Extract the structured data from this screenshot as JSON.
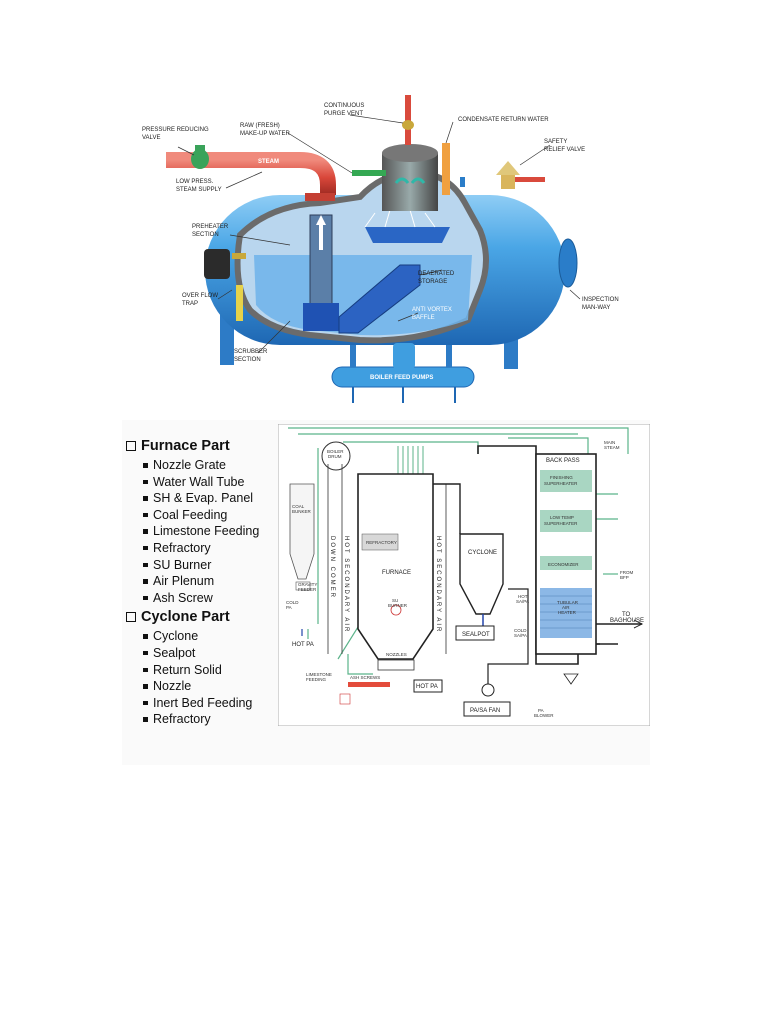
{
  "deaerator": {
    "labels": {
      "continuous_purge_vent": [
        "CONTINUOUS",
        "PURGE VENT"
      ],
      "condensate_return": "CONDENSATE RETURN WATER",
      "pressure_reducing_valve": [
        "PRESSURE REDUCING",
        "VALVE"
      ],
      "raw_makeup_water": [
        "RAW (FRESH)",
        "MAKE-UP WATER"
      ],
      "safety_relief_valve": [
        "SAFETY",
        "RELIEF VALVE"
      ],
      "steam": "STEAM",
      "low_press_steam": [
        "LOW PRESS.",
        "STEAM SUPPLY"
      ],
      "preheater_section": [
        "PREHEATER",
        "SECTION"
      ],
      "deaerated_storage": [
        "DEAERATED",
        "STORAGE"
      ],
      "over_flow_trap": [
        "OVER FLOW",
        "TRAP"
      ],
      "anti_vortex_baffle": [
        "ANTI VORTEX",
        "BAFFLE"
      ],
      "inspection_manway": [
        "INSPECTION",
        "MAN-WAY"
      ],
      "scrubber_section": [
        "SCRUBBER",
        "SECTION"
      ],
      "boiler_feed_pumps": "BOILER FEED PUMPS"
    },
    "colors": {
      "shell": "#3f9ee0",
      "shell_dark": "#2676c2",
      "steam_pipe": "#d94a3c",
      "water": "#1f6fd1"
    }
  },
  "cfb": {
    "labels": {
      "boiler_drum": [
        "BOILER",
        "DRUM"
      ],
      "main_steam": [
        "MAIN",
        "STEAM"
      ],
      "back_pass": "BACK PASS",
      "finishing_superheater": [
        "FINISHING",
        "SUPERHEATER"
      ],
      "low_temp_superheater": [
        "LOW TEMP",
        "SUPERHEATER"
      ],
      "economizer": "ECONOMIZER",
      "from_bfp": [
        "FROM",
        "BFP"
      ],
      "tubular_air_heater": [
        "TUBULAR",
        "AIR",
        "HEATER"
      ],
      "to_baghouse": [
        "TO",
        "BAGHOUSE"
      ],
      "coal_bunker": [
        "COAL",
        "BUNKER"
      ],
      "refractory": "REFRACTORY",
      "furnace": "FURNACE",
      "cyclone": "CYCLONE",
      "sealpot": "SEALPOT",
      "hot_sapa": [
        "HOT",
        "SA/PA"
      ],
      "cold_sapa": [
        "COLD",
        "SA/PA"
      ],
      "hot_pa_left": "HOT PA",
      "hot_pa_bottom": "HOT PA",
      "pa_sa_fan": "PA/SA FAN",
      "limestone_feeding": [
        "LIMESTONE",
        "FEEDING"
      ],
      "down_comer": "DOWN COMER",
      "hot_secondary_air_l": "HOT SECONDARY AIR",
      "hot_secondary_air_r": "HOT SECONDARY AIR",
      "nozzles": "NOZZLES",
      "ash_screws": "ASH SCREWS",
      "su_burner": [
        "SU",
        "BURNER"
      ],
      "gravity_feeder": [
        "GRAVITY",
        "FEEDER"
      ],
      "cold_pa": [
        "COLD",
        "PA"
      ],
      "pa_blower": [
        "PA",
        "BLOWER"
      ]
    }
  },
  "list": {
    "sections": [
      {
        "title": "Furnace Part",
        "items": [
          "Nozzle Grate",
          "Water Wall Tube",
          "SH & Evap. Panel",
          "Coal Feeding",
          "Limestone Feeding",
          "Refractory",
          "SU Burner",
          "Air Plenum",
          "Ash Screw"
        ]
      },
      {
        "title": "Cyclone Part",
        "items": [
          "Cyclone",
          "Sealpot",
          "Return Solid",
          "Nozzle",
          "Inert Bed Feeding",
          "Refractory"
        ]
      }
    ]
  }
}
